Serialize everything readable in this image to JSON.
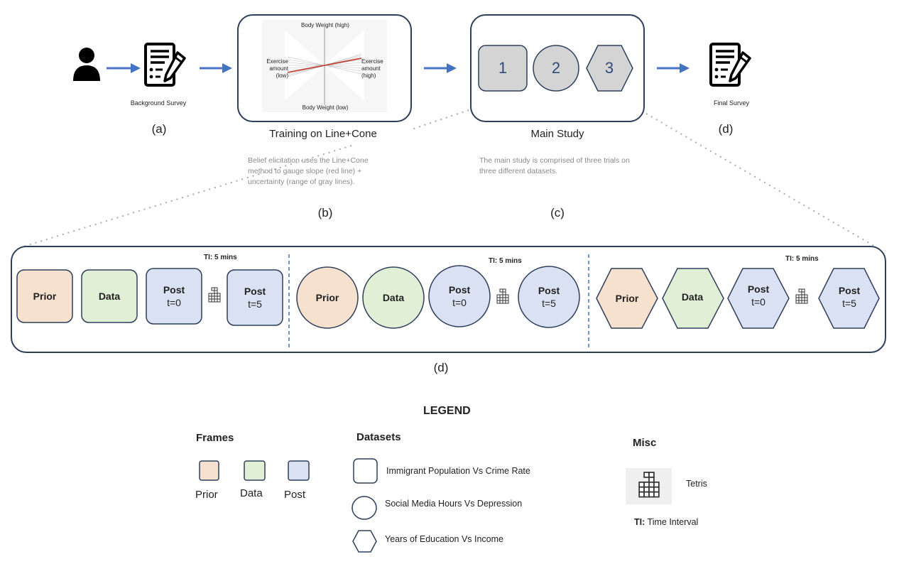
{
  "top": {
    "background_survey": "Background Survey",
    "final_survey": "Final Survey",
    "label_a": "(a)",
    "label_b": "(b)",
    "label_c": "(c)",
    "label_d_top": "(d)",
    "training_title": "Training on Line+Cone",
    "main_study_title": "Main Study",
    "training_chart": {
      "top": "Body Weight (high)",
      "bottom": "Body Weight (low)",
      "left": "Exercise amount (low)",
      "right": "Exercise amount (high)"
    },
    "main_study_numbers": [
      "1",
      "2",
      "3"
    ],
    "note_b": "Belief elicitation uses the Line+Cone method to gauge slope (red line) + uncertainty (range of gray lines).",
    "note_c": "The main study is comprised of three trials on three different datasets."
  },
  "detail": {
    "label_d": "(d)",
    "ti": "TI: 5 mins",
    "prior": "Prior",
    "data": "Data",
    "post": "Post",
    "t0": "t=0",
    "t5": "t=5"
  },
  "legend": {
    "title": "LEGEND",
    "frames_title": "Frames",
    "frames": [
      "Prior",
      "Data",
      "Post"
    ],
    "datasets_title": "Datasets",
    "datasets": [
      "Immigrant Population Vs Crime Rate",
      "Social Media Hours Vs Depression",
      "Years of Education Vs Income"
    ],
    "misc_title": "Misc",
    "tetris": "Tetris",
    "ti_key": "TI:",
    "ti_value": "Time Interval"
  },
  "colors": {
    "prior": "#f6e1cf",
    "data": "#e0efd6",
    "post": "#d9e1f2",
    "border": "#2e3f5c",
    "arrow": "#4472c4",
    "gray_shape": "#d4d4d4"
  }
}
